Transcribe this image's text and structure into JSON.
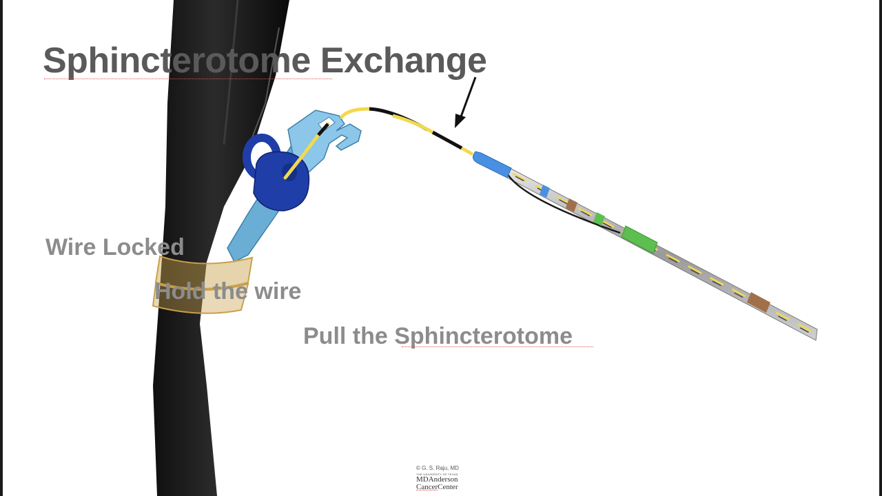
{
  "slide": {
    "title": "Sphincterotome Exchange",
    "labels": {
      "wire_locked": "Wire Locked",
      "hold_wire": "Hold the wire",
      "pull_sphincterotome": "Pull the Sphincterotome"
    },
    "credit": {
      "author": "© G. S. Raju, MD",
      "institution_small": "THE UNIVERSITY OF TEXAS",
      "institution_line1": "MDAnderson",
      "institution_cancer": "Cancer",
      "institution_center": "Center"
    }
  },
  "colors": {
    "title_text": "#5a5a5a",
    "label_text": "#8c8c8c",
    "scope_body": "#1c1c1c",
    "port_blue": "#6aaed6",
    "cap_navy": "#1f3ea8",
    "wire_yellow": "#f2d94e",
    "wire_black": "#111111",
    "catheter_gray": "#bdbdbd",
    "tip_blue": "#4a90e2",
    "band_brown": "#a0704a",
    "band_green": "#5cbf4f",
    "band_gold": "#c8a04a"
  }
}
